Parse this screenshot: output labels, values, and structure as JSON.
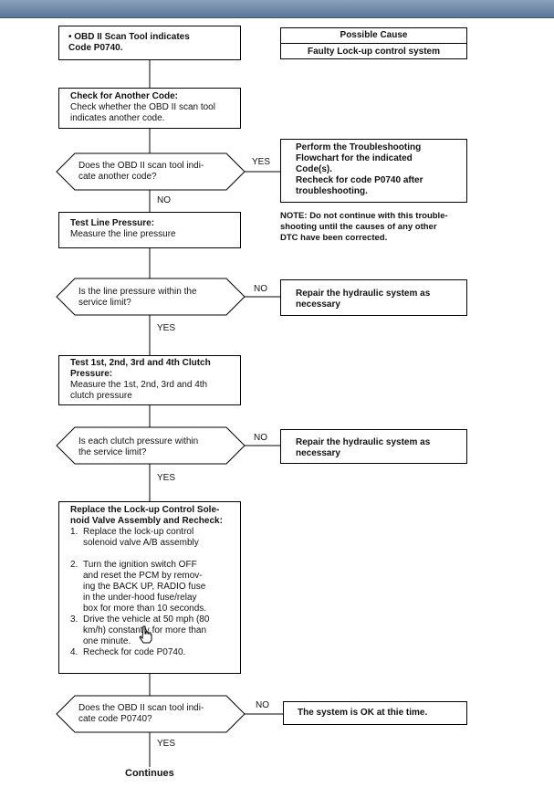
{
  "start": {
    "line1": "• OBD II Scan Tool indicates",
    "line2": "Code P0740."
  },
  "possible_cause": {
    "header": "Possible Cause",
    "value": "Faulty Lock-up control system"
  },
  "check_other": {
    "title": "Check for Another Code:",
    "body": "Check whether the OBD II scan tool indicates another code."
  },
  "decision1": {
    "line1": "Does the OBD II scan tool indi-",
    "line2": "cate another code?",
    "yes": "YES",
    "no": "NO"
  },
  "troubleshoot": {
    "line1": "Perform the Troubleshooting",
    "line2": "Flowchart for the indicated",
    "line3": "Code(s).",
    "line4": "Recheck for code P0740 after",
    "line5": "troubleshooting."
  },
  "note": {
    "line1": "NOTE: Do not continue with this trouble-",
    "line2": "shooting until the causes of any other",
    "line3": "DTC have been corrected."
  },
  "line_pressure": {
    "title": "Test Line Pressure:",
    "body": "Measure the line pressure"
  },
  "decision2": {
    "line1": "Is the line pressure within the",
    "line2": "service limit?",
    "yes": "YES",
    "no": "NO"
  },
  "repair1": {
    "line1": "Repair the hydraulic system as",
    "line2": "necessary"
  },
  "clutch": {
    "title1": "Test 1st, 2nd, 3rd and 4th Clutch",
    "title2": "Pressure:",
    "body1": "Measure the 1st, 2nd, 3rd and 4th",
    "body2": "clutch pressure"
  },
  "decision3": {
    "line1": "Is each clutch pressure within",
    "line2": "the service limit?",
    "yes": "YES",
    "no": "NO"
  },
  "repair2": {
    "line1": "Repair the hydraulic system as",
    "line2": "necessary"
  },
  "replace": {
    "title1": "Replace the Lock-up Control Sole-",
    "title2": "noid Valve Assembly and Recheck:",
    "steps": [
      {
        "n": "1.",
        "l1": "Replace the lock-up control",
        "l2": "solenoid valve A/B assembly"
      },
      {
        "n": "2.",
        "l1": "Turn the ignition switch OFF",
        "l2": "and reset the PCM by remov-",
        "l3": "ing the BACK UP, RADIO fuse",
        "l4": "in the under-hood fuse/relay",
        "l5": "box for more than 10 seconds."
      },
      {
        "n": "3.",
        "l1": "Drive the vehicle at 50 mph (80",
        "l2": "km/h) constantly for more than",
        "l3": "one minute."
      },
      {
        "n": "4.",
        "l1": "Recheck for code P0740."
      }
    ]
  },
  "decision4": {
    "line1": "Does the OBD II scan tool indi-",
    "line2": "cate code P0740?",
    "yes": "YES",
    "no": "NO"
  },
  "ok": {
    "text": "The system is OK at thie time."
  },
  "continues": {
    "text": "Continues"
  },
  "colors": {
    "topbar": "#6f88a8",
    "line": "#000000"
  }
}
